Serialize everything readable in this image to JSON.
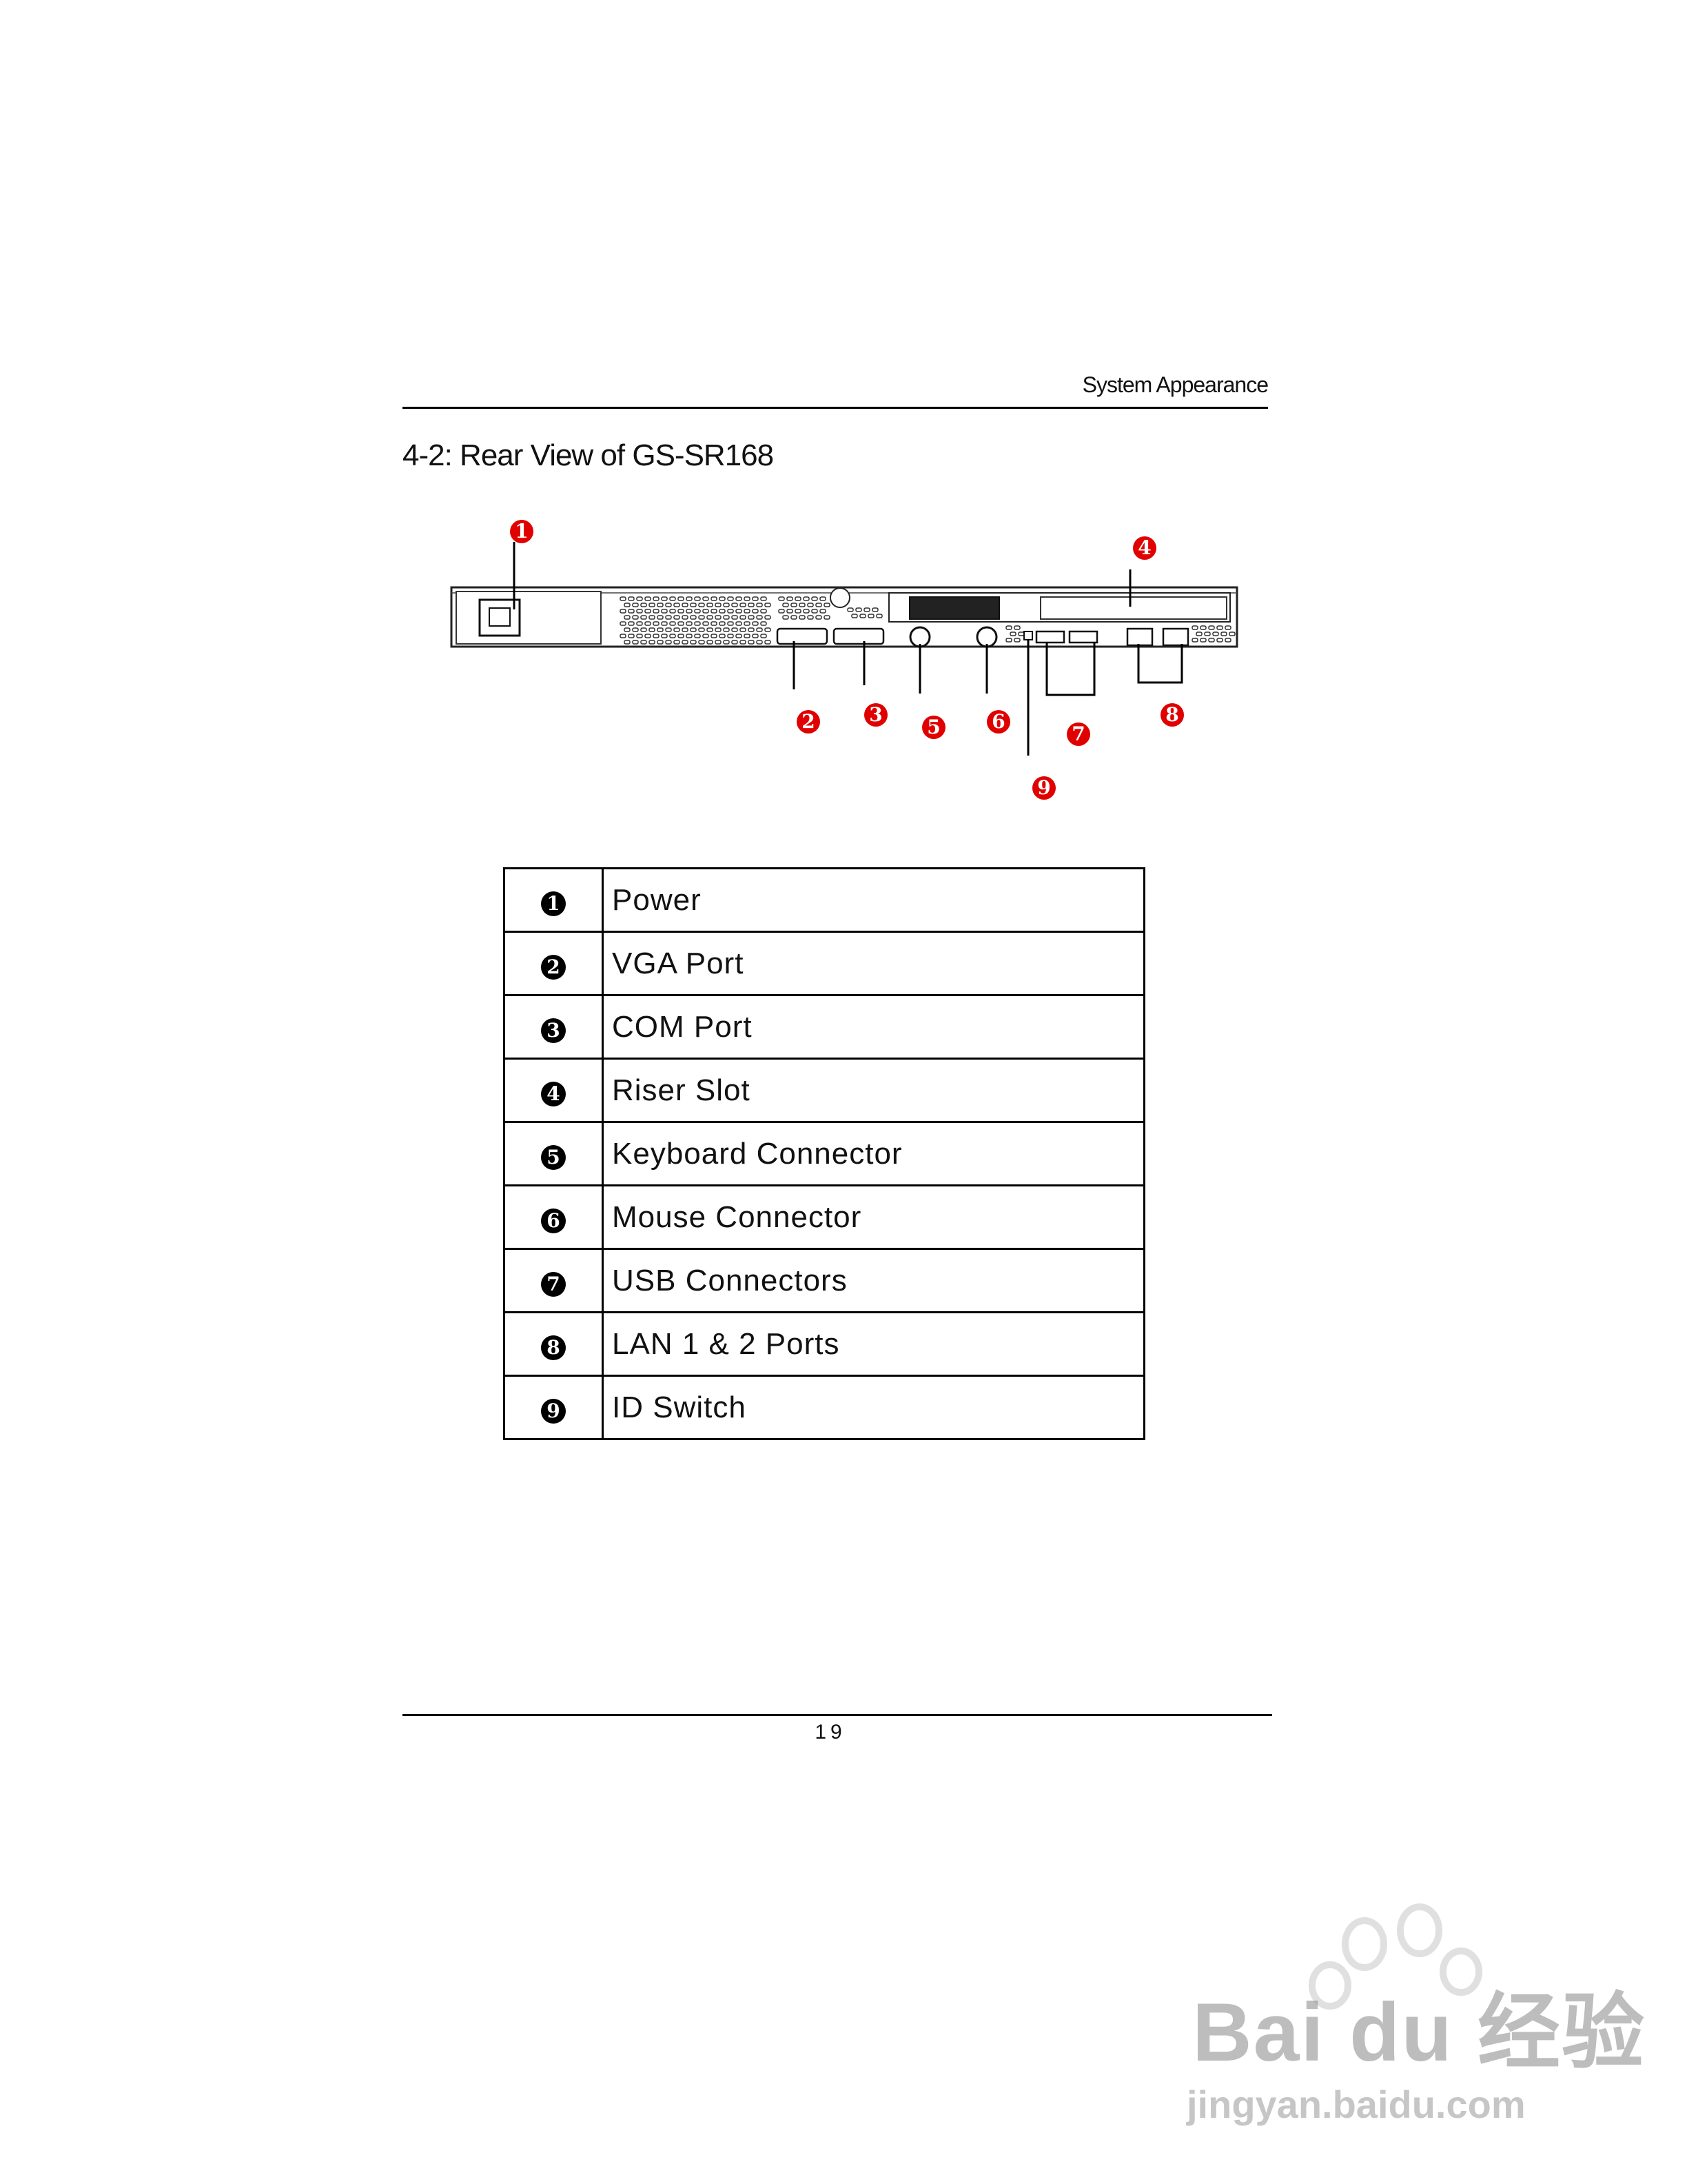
{
  "header": {
    "text": "System Appearance"
  },
  "section_title": "4-2: Rear View of GS-SR168",
  "figure": {
    "callouts": [
      "1",
      "2",
      "3",
      "4",
      "5",
      "6",
      "7",
      "8",
      "9"
    ],
    "callout_color": "#e00000"
  },
  "legend": {
    "rows": [
      {
        "num": "1",
        "label": "Power"
      },
      {
        "num": "2",
        "label": "VGA Port"
      },
      {
        "num": "3",
        "label": "COM Port"
      },
      {
        "num": "4",
        "label": "Riser Slot"
      },
      {
        "num": "5",
        "label": "Keyboard Connector"
      },
      {
        "num": "6",
        "label": "Mouse Connector"
      },
      {
        "num": "7",
        "label": "USB Connectors"
      },
      {
        "num": "8",
        "label": "LAN 1 & 2 Ports"
      },
      {
        "num": "9",
        "label": "ID Switch"
      }
    ]
  },
  "footer": {
    "page_number": "19"
  },
  "watermark": {
    "brand": "Bai du 经验",
    "url": "jingyan.baidu.com"
  }
}
